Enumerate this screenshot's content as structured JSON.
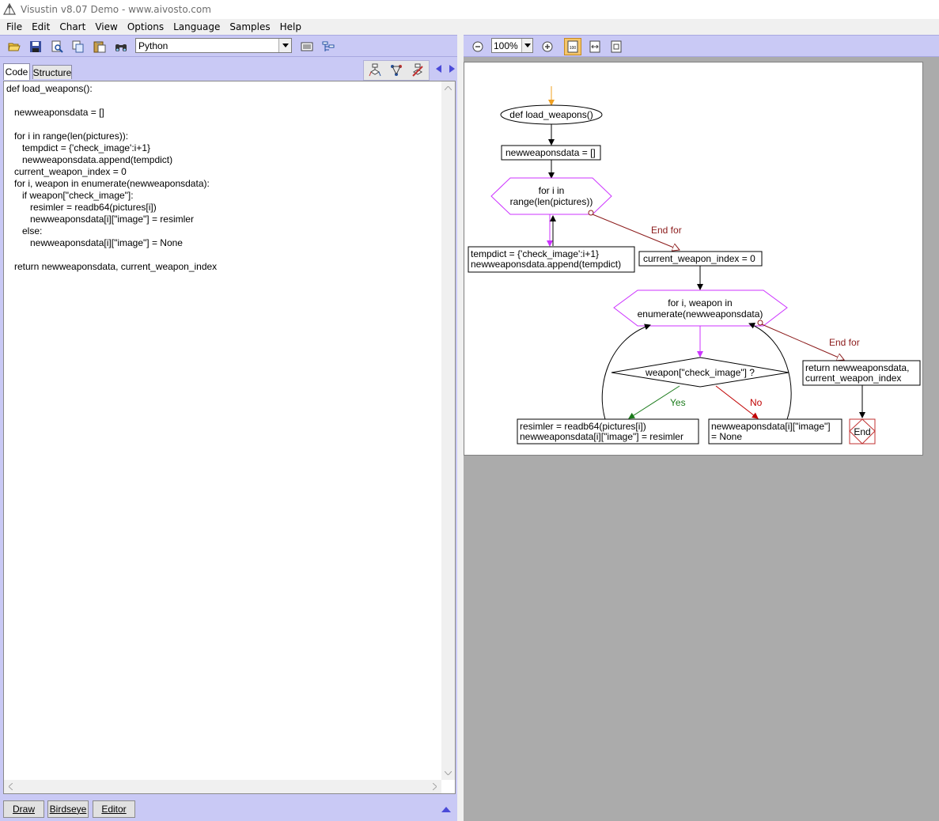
{
  "window": {
    "title": "Visustin v8.07 Demo - www.aivosto.com"
  },
  "menu": {
    "items": [
      "File",
      "Edit",
      "Chart",
      "View",
      "Options",
      "Language",
      "Samples",
      "Help"
    ]
  },
  "toolbar": {
    "language": "Python",
    "zoom": "100%",
    "icons": [
      "open-icon",
      "save-icon",
      "print-preview-icon",
      "copy-icon",
      "paste-icon",
      "find-icon",
      "wrap-icon",
      "outline-icon",
      "zoom-out-icon",
      "zoom-in-icon",
      "actual-size-icon",
      "fit-width-icon",
      "fit-page-icon"
    ]
  },
  "tabs": {
    "code": "Code",
    "structure": "Structure"
  },
  "code": {
    "text": "def load_weapons():\n\n   newweaponsdata = []\n\n   for i in range(len(pictures)):\n      tempdict = {'check_image':i+1}\n      newweaponsdata.append(tempdict)\n   current_weapon_index = 0\n   for i, weapon in enumerate(newweaponsdata):\n      if weapon[\"check_image\"]:\n         resimler = readb64(pictures[i])\n         newweaponsdata[i][\"image\"] = resimler\n      else:\n         newweaponsdata[i][\"image\"] = None\n\n   return newweaponsdata, current_weapon_index"
  },
  "bottom_buttons": {
    "draw": "Draw",
    "birdseye": "Birdseye",
    "editor": "Editor"
  },
  "flowchart": {
    "start": "def load_weapons()",
    "assign1": "newweaponsdata = []",
    "loop1_line1": "for i in",
    "loop1_line2": "range(len(pictures))",
    "body1_line1": "tempdict = {'check_image':i+1}",
    "body1_line2": "newweaponsdata.append(tempdict)",
    "end_for_1": "End for",
    "assign2": "current_weapon_index = 0",
    "loop2_line1": "for i, weapon in",
    "loop2_line2": "enumerate(newweaponsdata)",
    "end_for_2": "End for",
    "decision": "weapon[\"check_image\"] ?",
    "yes_label": "Yes",
    "no_label": "No",
    "yes_line1": "resimler = readb64(pictures[i])",
    "yes_line2": "newweaponsdata[i][\"image\"] = resimler",
    "no_line1": "newweaponsdata[i][\"image\"]",
    "no_line2": "= None",
    "return_line1": "return newweaponsdata,",
    "return_line2": "current_weapon_index",
    "end": "End"
  },
  "colors": {
    "toolbar_band": "#c9c9f5",
    "loop_purple": "#cc33ff",
    "end_for_red": "#8b1a1a",
    "yes_green": "#1a7a1a",
    "no_red": "#c00000",
    "start_orange": "#f0a020",
    "right_background": "#ababab"
  }
}
